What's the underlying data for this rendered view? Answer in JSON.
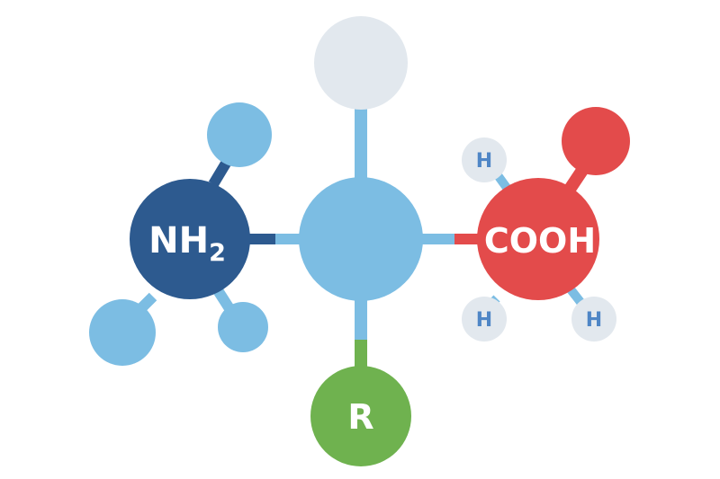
{
  "molecule": {
    "amino_group": {
      "label": "NH",
      "subscript": "2"
    },
    "carboxyl_group": {
      "label": "COOH"
    },
    "side_chain": {
      "label": "R"
    },
    "hydrogens": [
      {
        "label": "H"
      },
      {
        "label": "H"
      },
      {
        "label": "H"
      }
    ]
  },
  "colors": {
    "central_carbon": "#7cbde3",
    "amino_group": "#2d5a8f",
    "amino_hydrogens": "#7cbde3",
    "carboxyl_group": "#e34b4b",
    "carboxyl_oxygen": "#e34b4b",
    "side_chain": "#6fb24f",
    "top_hydrogen": "#e2e8ee",
    "small_hydrogen": "#e2e8ee",
    "h_text": "#4f86c6",
    "bond_blue": "#7cbde3",
    "bond_dark": "#2d5a8f",
    "bond_red": "#e34b4b",
    "bond_green": "#6fb24f"
  }
}
